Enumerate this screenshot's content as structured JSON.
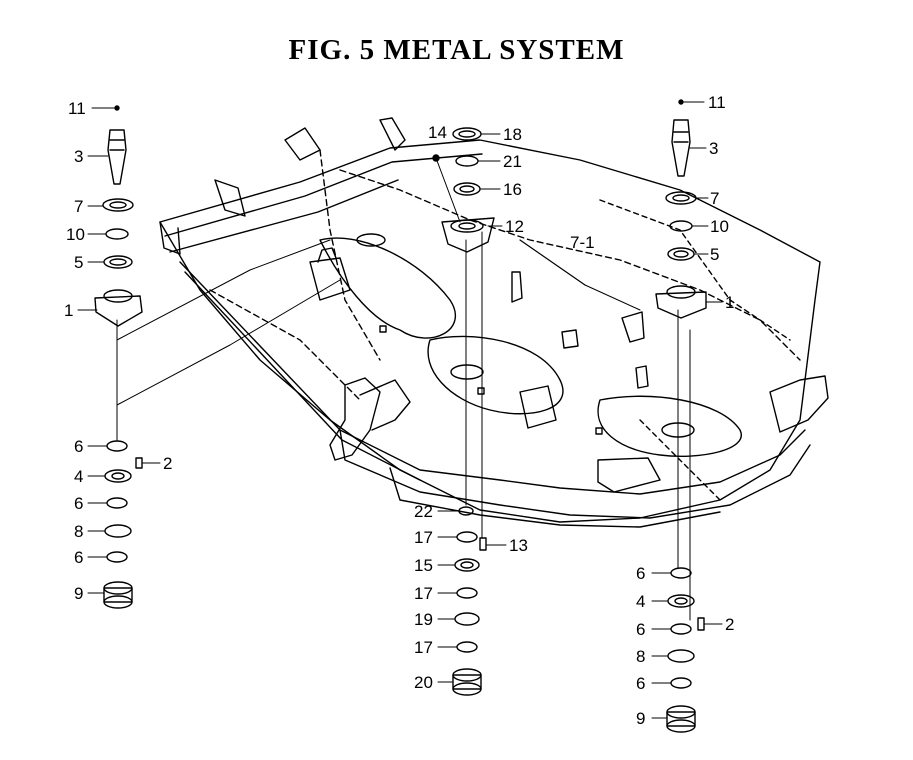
{
  "title": "FIG. 5  METAL SYSTEM",
  "callouts": {
    "left_spindle": {
      "items": [
        "11",
        "3",
        "7",
        "10",
        "5",
        "1"
      ],
      "lower_items": [
        "6",
        "4",
        "6",
        "8",
        "6",
        "9"
      ],
      "screw": "2"
    },
    "center_spindle": {
      "items": [
        "14",
        "18",
        "21",
        "16",
        "12"
      ],
      "lower_items": [
        "22",
        "17",
        "15",
        "17",
        "19",
        "17",
        "20"
      ],
      "screw": "13"
    },
    "right_spindle": {
      "items": [
        "11",
        "3",
        "7",
        "10",
        "5",
        "1"
      ],
      "lower_items": [
        "6",
        "4",
        "6",
        "8",
        "6",
        "9"
      ],
      "screw": "2"
    },
    "belt_guide": "7-1"
  }
}
